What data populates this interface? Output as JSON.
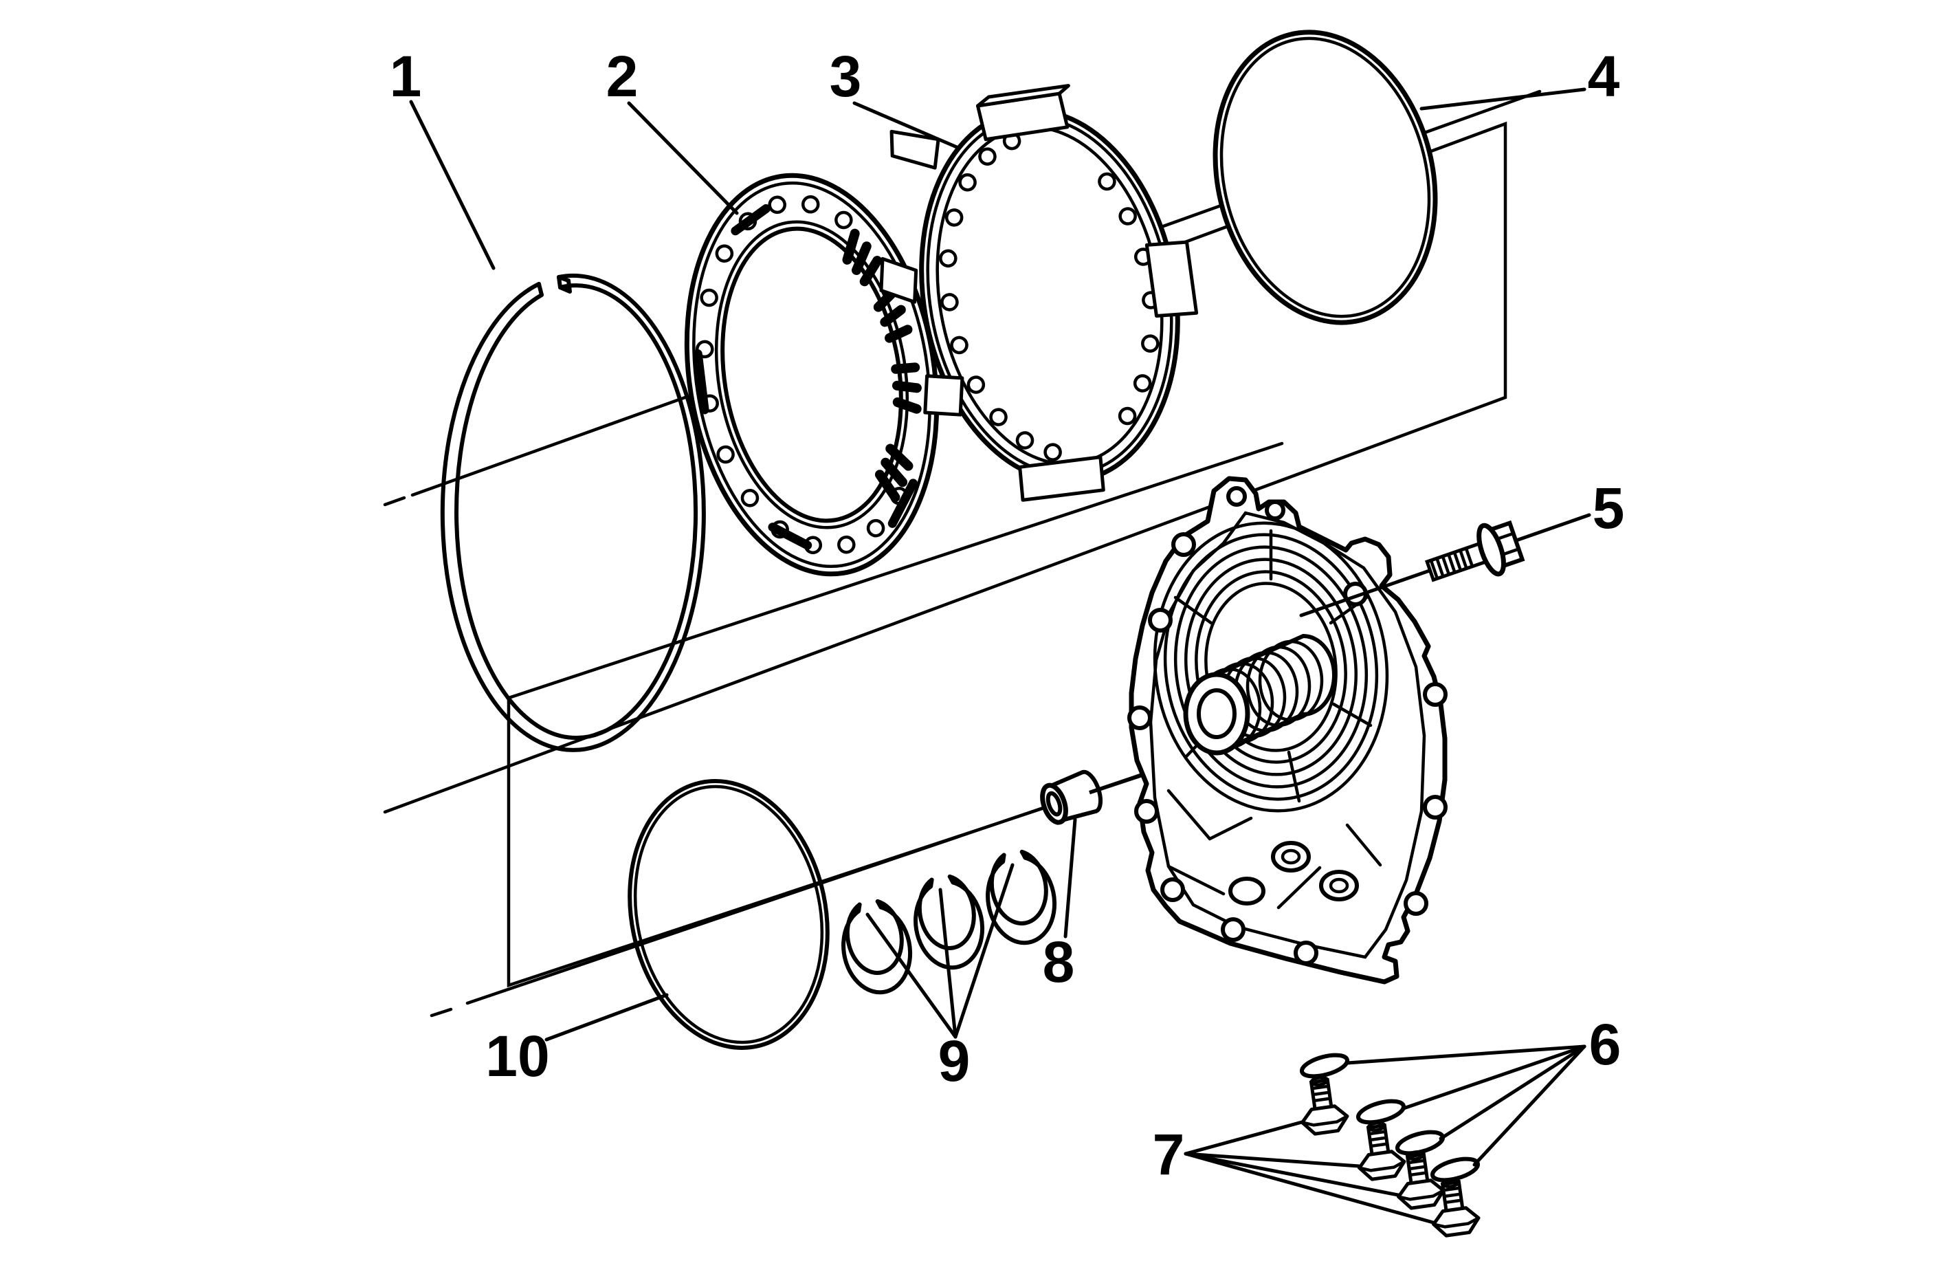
{
  "figure": {
    "title": "Transmission pump cover exploded view",
    "type": "exploded-parts-line-diagram",
    "background_color": "#ffffff",
    "line_color": "#000000",
    "callouts": [
      {
        "number": "1",
        "part": "snap-ring"
      },
      {
        "number": "2",
        "part": "clutch-spring-plate"
      },
      {
        "number": "3",
        "part": "spring-retainer-ring"
      },
      {
        "number": "4",
        "part": "o-ring-seal"
      },
      {
        "number": "5",
        "part": "bolt"
      },
      {
        "number": "6",
        "part": "washers"
      },
      {
        "number": "7",
        "part": "bolts"
      },
      {
        "number": "8",
        "part": "bushing"
      },
      {
        "number": "9",
        "part": "seal-rings"
      },
      {
        "number": "10",
        "part": "gasket-ring"
      }
    ]
  }
}
